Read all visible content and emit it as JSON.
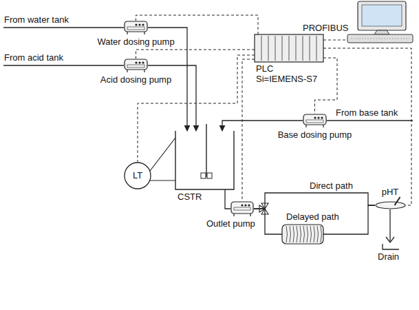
{
  "diagram": {
    "nodes": [
      {
        "text": [
          "Water dosing pump"
        ]
      },
      {
        "text": [
          "Acid dosing pump"
        ]
      },
      {
        "text": [
          "PLC",
          "Si=IEMENS-S7"
        ]
      },
      {
        "text": [
          "Base dosing pump"
        ]
      },
      {
        "text": [
          "LT"
        ]
      },
      {
        "text": [
          "CSTR"
        ]
      },
      {
        "text": [
          "Outlet pump"
        ]
      },
      {
        "text": [
          "Delayed path"
        ]
      },
      {
        "text": [
          "pHT"
        ]
      }
    ],
    "edges": [
      {
        "from": 2,
        "to": 0,
        "arrow": "none"
      },
      {
        "from": 2,
        "to": 1,
        "arrow": "none"
      },
      {
        "from": 2,
        "to": 3,
        "arrow": "none"
      },
      {
        "from": 2,
        "to": 4,
        "arrow": "none"
      },
      {
        "from": 2,
        "to": 6,
        "arrow": "none"
      },
      {
        "from": 2,
        "to": 8,
        "arrow": "none"
      },
      {
        "from": 0,
        "to": 5,
        "arrow": "to"
      },
      {
        "from": 1,
        "to": 5,
        "arrow": "to"
      },
      {
        "from": 3,
        "to": 5,
        "arrow": "to"
      },
      {
        "from": 5,
        "to": 6,
        "arrow": "none"
      },
      {
        "from": 6,
        "to": 8,
        "label": "Direct path",
        "arrow": "none"
      },
      {
        "from": 6,
        "to": 7,
        "arrow": "none"
      },
      {
        "from": 7,
        "to": 8,
        "arrow": "none"
      }
    ],
    "labels": [
      "From water tank",
      "PROFIBUS",
      "From acid tank",
      "From base tank",
      "Drain"
    ]
  }
}
